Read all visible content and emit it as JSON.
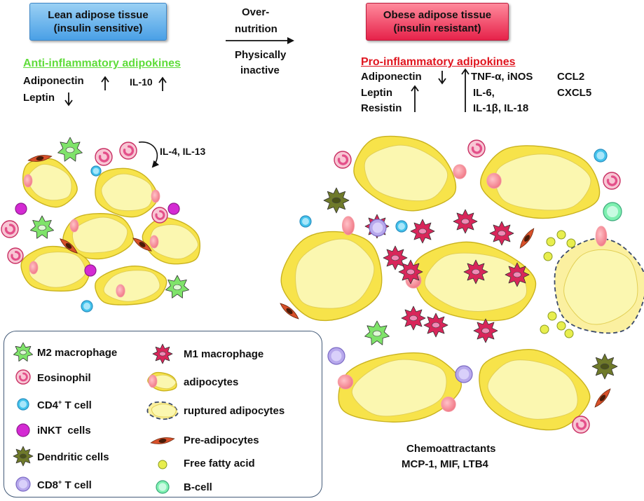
{
  "lean_header": {
    "line1": "Lean adipose tissue",
    "line2": "(insulin sensitive)"
  },
  "obese_header": {
    "line1": "Obese adipose tissue",
    "line2": "(insulin resistant)"
  },
  "transition": {
    "line1": "Over-",
    "line2": "nutrition",
    "line3": "Physically",
    "line4": "inactive"
  },
  "lean_adipokines": {
    "title": "Anti-inflammatory adipokines",
    "adiponectin": "Adiponectin",
    "il10": "IL-10",
    "leptin": "Leptin"
  },
  "lean_cytokines": "IL-4, IL-13",
  "obese_adipokines": {
    "title": "Pro-inflammatory adipokines",
    "adiponectin": "Adiponectin",
    "leptin": "Leptin",
    "resistin": "Resistin",
    "tnf": "TNF-α, iNOS",
    "il6": "IL-6,",
    "il1": "IL-1β, IL-18",
    "ccl2": "CCL2",
    "cxcl5": "CXCL5"
  },
  "chemo": {
    "line1": "Chemoattractants",
    "line2": "MCP-1, MIF, LTB4"
  },
  "legend": {
    "m2": "M2 macrophage",
    "eos": "Eosinophil",
    "cd4_pre": "CD4",
    "cd4_sup": "+",
    "cd4_post": " T cell",
    "inkt": "iNKT  cells",
    "dc": "Dendritic cells",
    "cd8_pre": "CD8",
    "cd8_sup": "+",
    "cd8_post": " T cell",
    "m1": "M1 macrophage",
    "adipo": "adipocytes",
    "rupt": "ruptured adipocytes",
    "pre": "Pre-adipocytes",
    "ffa": "Free fatty acid",
    "bcell": "B-cell"
  },
  "colors": {
    "adipocyte_fill": "#f7e34a",
    "adipocyte_inner": "#fbf7b0",
    "m2": "#7fe36a",
    "eosinophil": "#e4508a",
    "cd4": "#43c3ec",
    "inkt": "#d42ad3",
    "dendritic": "#6f7a2a",
    "cd8": "#b7a8ec",
    "m1": "#d8265a",
    "preadipocyte": "#d8502a",
    "ffa": "#e8ee4e",
    "bcell": "#7ef0b0"
  }
}
